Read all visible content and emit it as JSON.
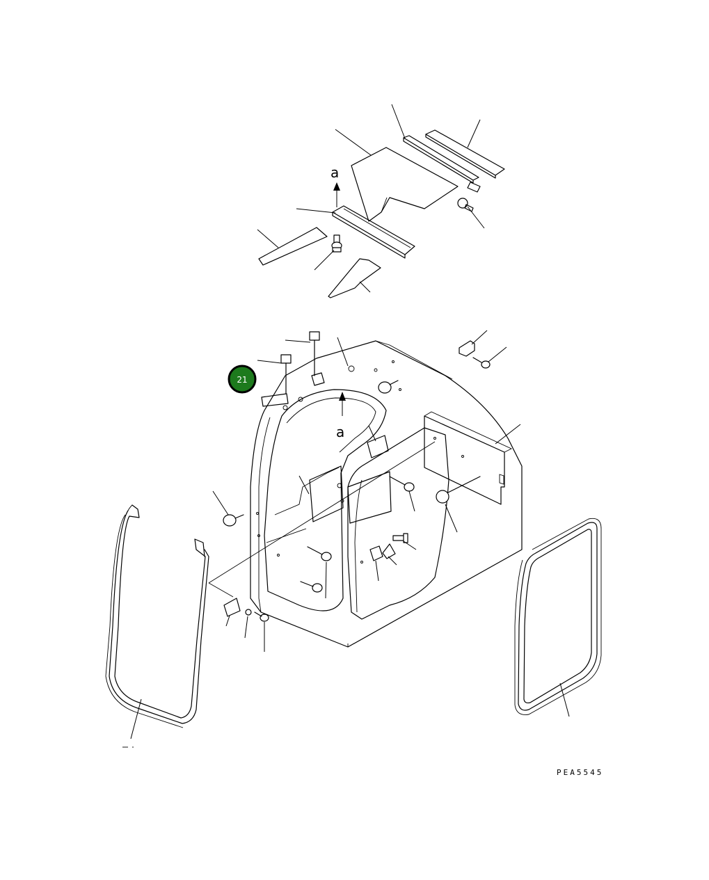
{
  "diagram": {
    "reference_code": "PEA5545",
    "view_marker_top": "a",
    "view_marker_cab": "a",
    "highlight_callout": {
      "number": "21",
      "fill_color": "#1d7a1d",
      "ring_color": "#000000",
      "text_color": "#ffffff"
    },
    "line_color": "#000000",
    "background_color": "#ffffff"
  }
}
